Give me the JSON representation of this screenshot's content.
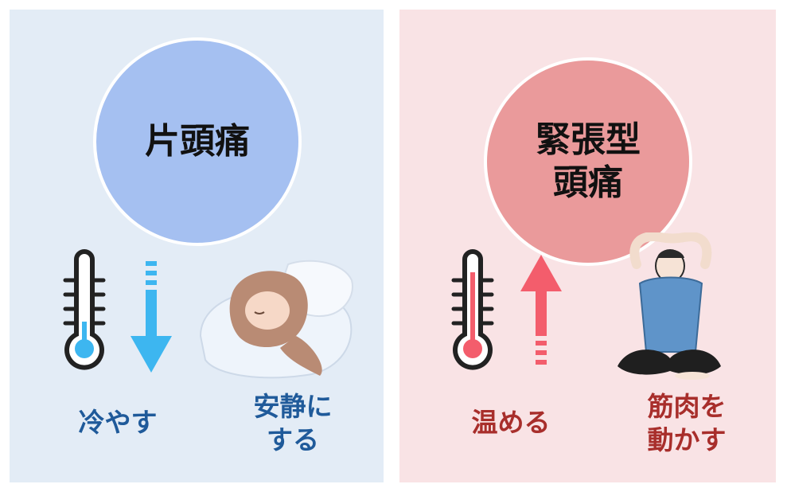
{
  "left": {
    "type_label": "片頭痛",
    "remedy_1": "冷やす",
    "remedy_2": [
      "安静に",
      "する"
    ],
    "colors": {
      "panel": "#e3ecf6",
      "circle": "#a5c0f1",
      "arrow": "#3db6f0",
      "text": "#1f5a9a"
    },
    "arrow_direction": "down"
  },
  "right": {
    "type_label": [
      "緊張型",
      "頭痛"
    ],
    "remedy_1": "温める",
    "remedy_2": [
      "筋肉を",
      "動かす"
    ],
    "colors": {
      "panel": "#f9e3e5",
      "circle": "#ea9a9b",
      "arrow": "#f35d6c",
      "text": "#a82e2b"
    },
    "arrow_direction": "up"
  }
}
